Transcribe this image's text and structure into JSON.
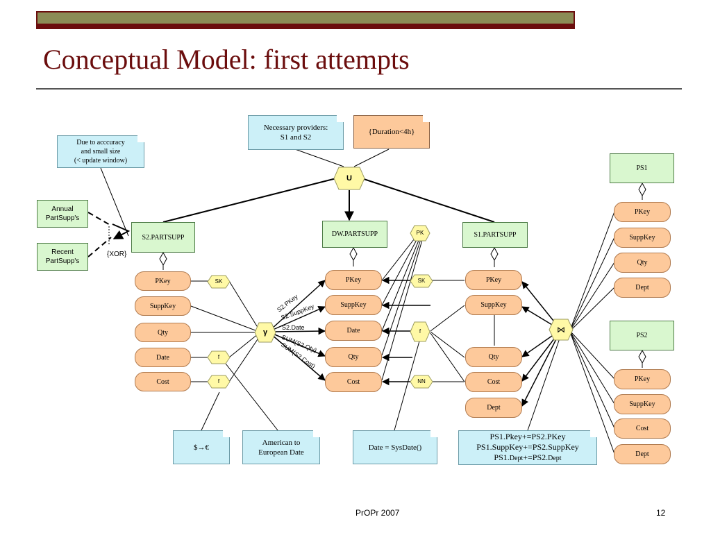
{
  "slide": {
    "title": "Conceptual Model: first attempts",
    "footer_center": "PrOPr 2007",
    "page_number": "12"
  },
  "notes": {
    "providers_l1": "Necessary providers:",
    "providers_l2": "S1 and S2",
    "duration": "{Duration<4h}",
    "accuracy_l1": "Due to acccuracy",
    "accuracy_l2": "and small size",
    "accuracy_l3": "(< update window)",
    "currency": "$→€",
    "date_format_l1": "American to",
    "date_format_l2": "European Date",
    "sysdate": "Date = SysDate()",
    "join_l1": "PS1.Pkey+=PS2.PKey",
    "join_l2": "PS1.SuppKey+=PS2.SuppKey",
    "join_l3a": "PS1.",
    "join_l3b": "Dept",
    "join_l3c": "+=PS2.",
    "join_l3d": "Dept"
  },
  "sources": {
    "annual_l1": "Annual",
    "annual_l2": "PartSupp's",
    "recent_l1": "Recent",
    "recent_l2": "PartSupp's",
    "xor": "{XOR}"
  },
  "recordsets": {
    "s2": "S2.PARTSUPP",
    "dw": "DW.PARTSUPP",
    "s1": "S1.PARTSUPP",
    "ps1": "PS1",
    "ps2": "PS2"
  },
  "attributes": {
    "s2": [
      "PKey",
      "SuppKey",
      "Qty",
      "Date",
      "Cost"
    ],
    "dw": [
      "PKey",
      "SuppKey",
      "Date",
      "Qty",
      "Cost"
    ],
    "s1": [
      "PKey",
      "SuppKey",
      "Qty",
      "Cost",
      "Dept"
    ],
    "ps1": [
      "PKey",
      "SuppKey",
      "Qty",
      "Dept"
    ],
    "ps2": [
      "PKey",
      "SuppKey",
      "Cost",
      "Dept"
    ]
  },
  "operators": {
    "union": "U",
    "gamma": "γ",
    "join": "⋈",
    "sk": "SK",
    "f": "f",
    "pk": "PK",
    "nn": "NN"
  },
  "edge_labels": {
    "pkey": "S2.PKey",
    "suppkey": "S2.SuppKey",
    "date": "S2.Date",
    "qty": "SUM(S2.Qty)",
    "cost": "SUM(S2.Cost)"
  },
  "colors": {
    "title": "#6b0d0d",
    "note": "#ccf0f8",
    "constraint_note": "#fdc99b",
    "recordset": "#d9f7cf",
    "attribute": "#fdc99b",
    "operator": "#fff9a6"
  }
}
